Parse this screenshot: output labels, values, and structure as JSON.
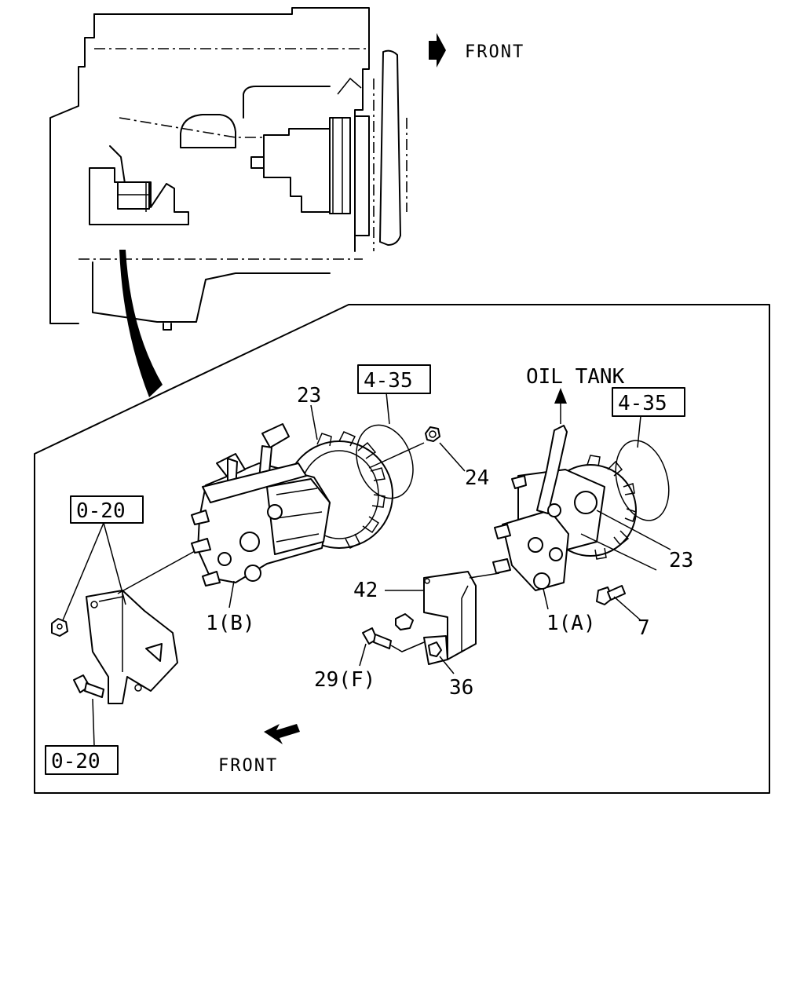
{
  "directions": {
    "front_top": "FRONT",
    "front_bottom": "FRONT",
    "oil_tank": "OIL TANK"
  },
  "references": {
    "ref_4_35_left": "4-35",
    "ref_4_35_right": "4-35",
    "ref_0_20_top": "0-20",
    "ref_0_20_bottom": "0-20"
  },
  "callouts": {
    "c23_left": "23",
    "c23_right": "23",
    "c24": "24",
    "c1b": "1(B)",
    "c1a": "1(A)",
    "c42": "42",
    "c7": "7",
    "c29f": "29(F)",
    "c36": "36"
  }
}
